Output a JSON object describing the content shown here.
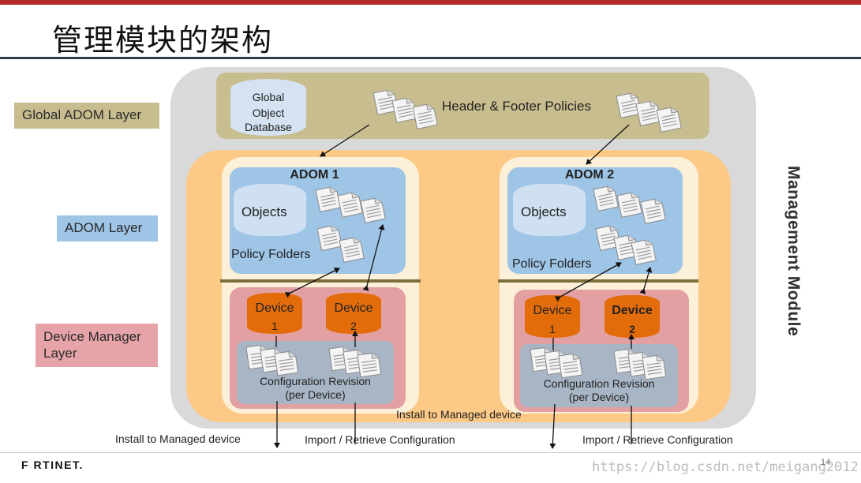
{
  "slide": {
    "title": "管理模块的架构",
    "page_number": "14",
    "watermark": "https://blog.csdn.net/meigang2012",
    "logo_text": "F RTINET."
  },
  "layer_labels": {
    "global": "Global ADOM Layer",
    "adom": "ADOM Layer",
    "device_manager": "Device Manager Layer"
  },
  "side_label": "Management Module",
  "global_layer": {
    "db_line1": "Global",
    "db_line2": "Object",
    "db_line3": "Database",
    "policies_label": "Header & Footer Policies"
  },
  "adoms": [
    {
      "title": "ADOM 1",
      "objects_label": "Objects",
      "policy_label": "Policy Folders",
      "devices": [
        {
          "line1": "Device",
          "line2": "1"
        },
        {
          "line1": "Device",
          "line2": "2"
        }
      ],
      "config_line1": "Configuration Revision",
      "config_line2": "(per Device)"
    },
    {
      "title": "ADOM 2",
      "objects_label": "Objects",
      "policy_label": "Policy Folders",
      "devices": [
        {
          "line1": "Device",
          "line2": "1"
        },
        {
          "line1": "Device",
          "line2": "2"
        }
      ],
      "config_line1": "Configuration Revision",
      "config_line2": "(per Device)"
    }
  ],
  "flow_labels": {
    "install_left": "Install to Managed device",
    "import_left": "Import /  Retrieve Configuration",
    "install_center": "Install to Managed device",
    "import_right": "Import /  Retrieve Configuration"
  },
  "colors": {
    "title_bar": "#b22a2a",
    "global_layer": "#c8bd8e",
    "adom_layer": "#9ec4e6",
    "device_layer": "#e3a0a2",
    "management_bg": "#fdc986",
    "device_cylinder": "#e36c0a",
    "config_box": "#a8b5c5"
  }
}
